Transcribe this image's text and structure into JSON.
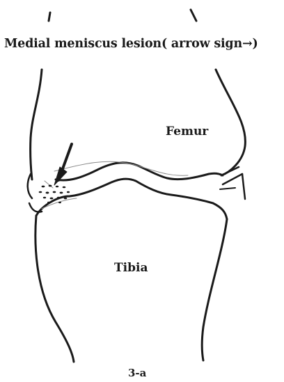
{
  "figure": {
    "title": "Medial meniscus lesion( arrow sign→)",
    "labels": {
      "femur": "Femur",
      "tibia": "Tibia"
    },
    "figure_id": "3-a"
  },
  "colors": {
    "ink": "#1a1a1a",
    "faint_ink": "#8a8a8a",
    "background": "#ffffff"
  }
}
